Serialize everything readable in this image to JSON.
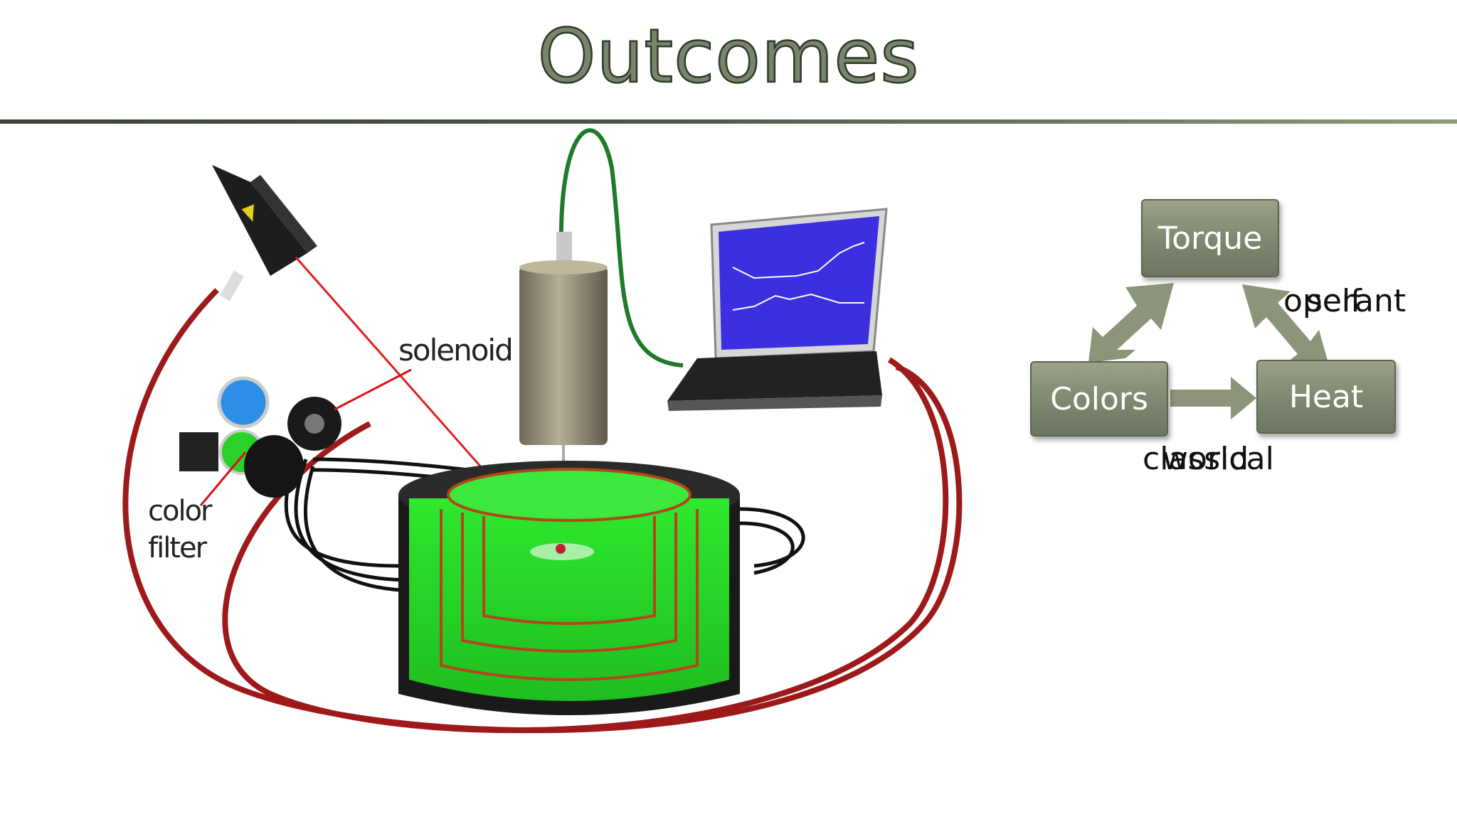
{
  "slide": {
    "title": "Outcomes"
  },
  "diagram_labels": {
    "solenoid": "solenoid",
    "color_filter_line1": "color",
    "color_filter_line2": "filter"
  },
  "cycle": {
    "boxes": {
      "torque": "Torque",
      "colors": "Colors",
      "heat": "Heat"
    },
    "edge_labels": {
      "right_a": "operant",
      "right_b": "self",
      "bottom_a": "classical",
      "bottom_b": "world"
    },
    "box_color": "#7e8870",
    "arrow_color": "#8b9579"
  },
  "colors": {
    "title_fill": "#79846d",
    "title_stroke": "#2f3a2a",
    "liquid": "#39e639",
    "cable_red": "#9e1a1a",
    "screen_blue": "#3c2fe0"
  }
}
